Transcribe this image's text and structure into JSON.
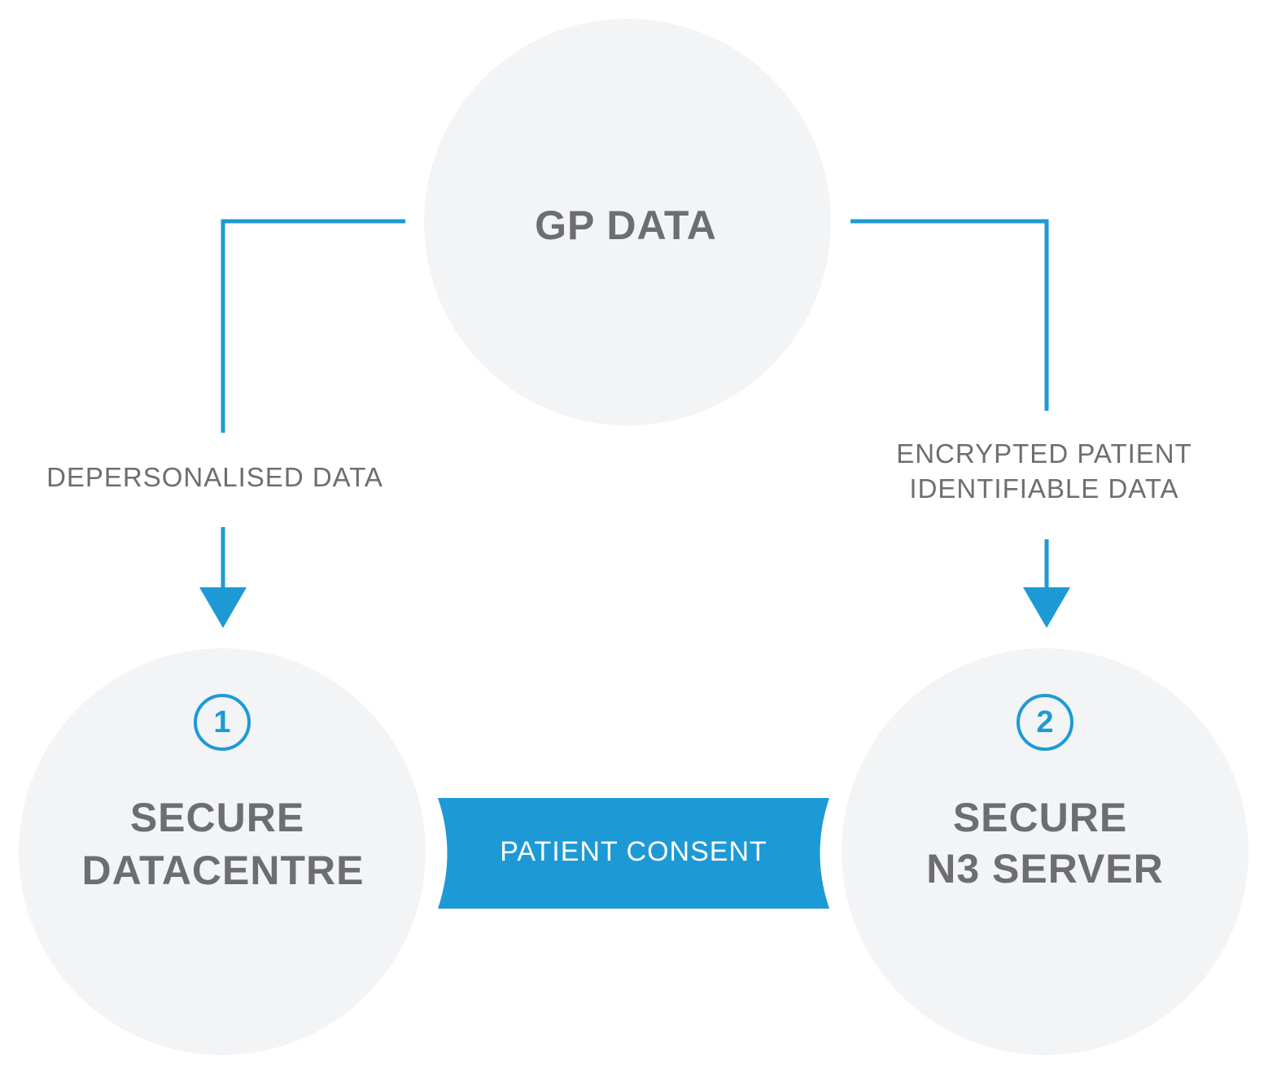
{
  "nodes": {
    "gp": {
      "title": "GP DATA"
    },
    "left": {
      "badge": "1",
      "title_line1": "SECURE",
      "title_line2": "DATACENTRE"
    },
    "right": {
      "badge": "2",
      "title_line1": "SECURE",
      "title_line2": "N3 SERVER"
    }
  },
  "flows": {
    "left_label": "DEPERSONALISED DATA",
    "right_label_line1": "ENCRYPTED PATIENT",
    "right_label_line2": "IDENTIFIABLE DATA",
    "consent_label": "PATIENT CONSENT"
  },
  "colors": {
    "accent": "#1d9ad6",
    "node_fill": "#f3f4f6",
    "text": "#6d6e71"
  }
}
